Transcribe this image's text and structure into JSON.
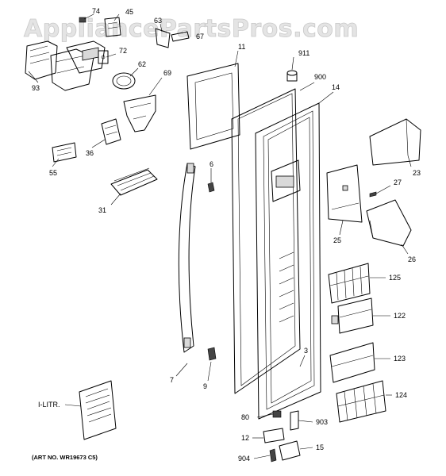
{
  "watermark": "AppliancePartsPros.com",
  "art_number": "(ART NO. WR19673 C5)",
  "manual_label": "I-LITR.",
  "callouts": {
    "c74": "74",
    "c45": "45",
    "c63": "63",
    "c67": "67",
    "c72": "72",
    "c62": "62",
    "c69": "69",
    "c93": "93",
    "c11": "11",
    "c911": "911",
    "c900": "900",
    "c14": "14",
    "c36": "36",
    "c55": "55",
    "c6": "6",
    "c23": "23",
    "c27": "27",
    "c31": "31",
    "c25": "25",
    "c26": "26",
    "c125": "125",
    "c122": "122",
    "c3": "3",
    "c123": "123",
    "c7": "7",
    "c9": "9",
    "c124": "124",
    "c80": "80",
    "c903": "903",
    "c12": "12",
    "c15": "15",
    "c904": "904"
  }
}
